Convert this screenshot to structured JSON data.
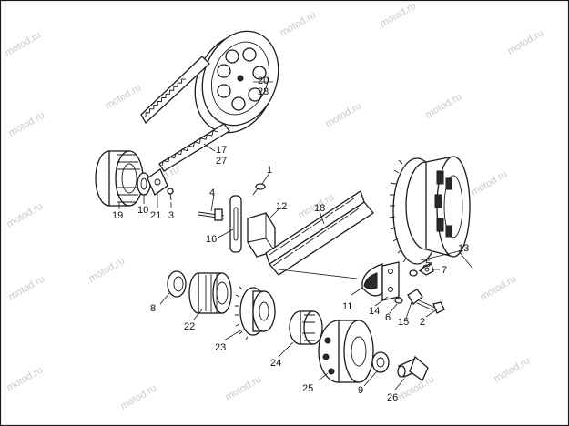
{
  "watermark": "motod.ru",
  "callouts": {
    "c1": "1",
    "c2": "2",
    "c3": "3",
    "c4": "4",
    "c5": "5",
    "c6": "6",
    "c7": "7",
    "c8": "8",
    "c9": "9",
    "c10": "10",
    "c11": "11",
    "c12": "12",
    "c13": "13",
    "c14": "14",
    "c15": "15",
    "c16": "16",
    "c17": "17",
    "c18": "18",
    "c19": "19",
    "c20": "20",
    "c21": "21",
    "c22": "22",
    "c23": "23",
    "c24": "24",
    "c25": "25",
    "c26": "26",
    "c27": "27",
    "c28": "28"
  },
  "colors": {
    "ink": "#1a1a1a",
    "watermark": "#c9c9c9",
    "background": "#ffffff"
  }
}
